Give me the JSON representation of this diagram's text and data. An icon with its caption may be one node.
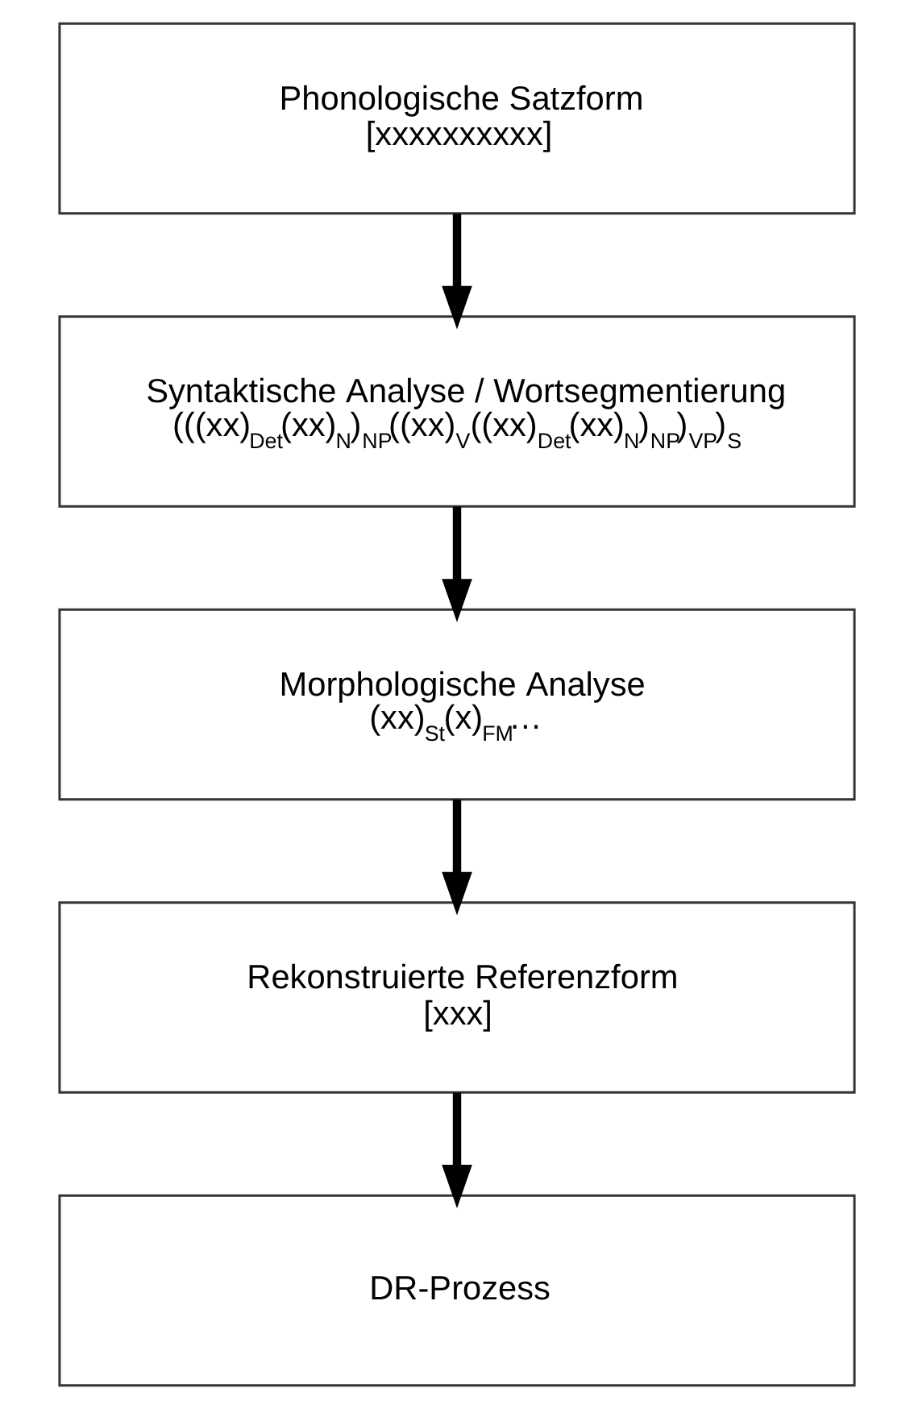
{
  "diagram": {
    "nodes": [
      {
        "text": [
          "Phonologische Satzform",
          "[xxxxxxxxxx]"
        ]
      },
      {
        "text": [
          "Syntaktische Analyse / Wortsegmentierung",
          "(((xx)$_{Det}$(xx)$_{N}$)$_{NP}$((xx)$_{V}$((xx)$_{Det}$(xx)$_{N}$)$_{NP}$)$_{VP}$)$_{S}$"
        ]
      },
      {
        "text": [
          "Morphologische Analyse",
          "(xx)$_{St}$(x)$_{FM}$…"
        ]
      },
      {
        "text": [
          "Rekonstruierte Referenzform",
          "[xxx]"
        ]
      },
      {
        "text": [
          "DR-Prozess"
        ]
      }
    ],
    "edges": [
      {
        "from": 0,
        "to": 1,
        "arrow": "to"
      },
      {
        "from": 1,
        "to": 2,
        "arrow": "to"
      },
      {
        "from": 2,
        "to": 3,
        "arrow": "to"
      },
      {
        "from": 3,
        "to": 4,
        "arrow": "to"
      }
    ]
  }
}
